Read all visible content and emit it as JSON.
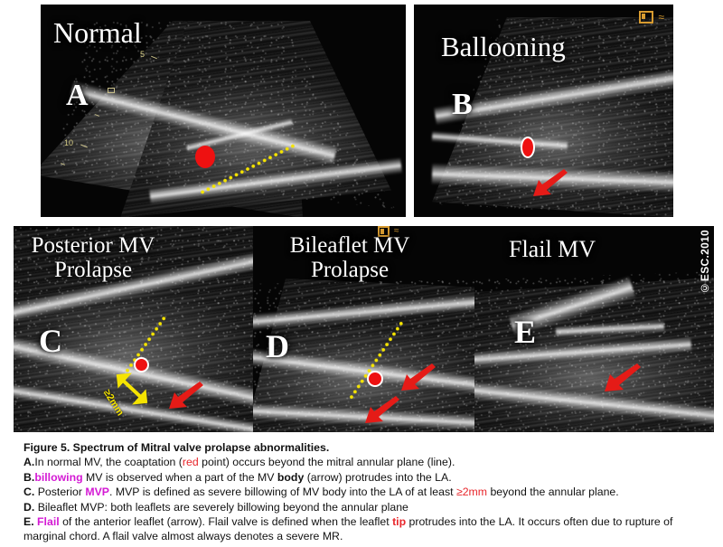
{
  "figure": {
    "copyright": "©ESC.2010",
    "panels": [
      {
        "id": "A",
        "letter": "A",
        "title": "Normal",
        "depth_marks": [
          "5",
          "10"
        ],
        "annotations": {
          "red_dot": "coaptation-point",
          "dotted_line": "mitral-annular-plane"
        }
      },
      {
        "id": "B",
        "letter": "B",
        "title": "Ballooning",
        "annotations": {
          "red_dot": "coaptation-point",
          "red_arrow": "mv-body-billowing"
        }
      },
      {
        "id": "C",
        "letter": "C",
        "title": "Posterior MV\nProlapse",
        "measurement": "≥2mm",
        "annotations": {
          "red_dot": "coaptation-point",
          "dotted_line": "mitral-annular-plane",
          "yellow_arrow": "prolapse-depth-measure",
          "red_arrow": "posterior-leaflet-prolapse"
        }
      },
      {
        "id": "D",
        "letter": "D",
        "title": "Bileaflet MV\nProlapse",
        "annotations": {
          "red_dot": "coaptation-point",
          "dotted_line": "mitral-annular-plane",
          "red_arrow_1": "anterior-leaflet-prolapse",
          "red_arrow_2": "posterior-leaflet-prolapse"
        }
      },
      {
        "id": "E",
        "letter": "E",
        "title": "Flail MV",
        "annotations": {
          "red_arrow": "flail-leaflet-tip"
        }
      }
    ]
  },
  "caption": {
    "title": "Figure 5. Spectrum of Mitral valve prolapse abnormalities.",
    "line_a": {
      "letter": "A.",
      "text_1": "In normal MV, the coaptation (",
      "highlight_red": "red",
      "text_2": " point) occurs beyond the mitral annular plane (line)."
    },
    "line_b": {
      "letter": "B.",
      "highlight_magenta": "billowing",
      "text_1": " MV is observed when a part of the MV ",
      "bold": "body",
      "text_2": " (arrow) protrudes into the LA."
    },
    "line_c": {
      "letter": "C.",
      "text_1": " Posterior ",
      "highlight_magenta": "MVP",
      "text_2": ". MVP is defined as severe billowing of MV body into the LA  of at least ",
      "highlight_red": "≥2mm",
      "text_3": " beyond the annular plane."
    },
    "line_d": {
      "letter": "D.",
      "text_1": " Bileaflet MVP: both leaflets are severely billowing beyond the annular plane"
    },
    "line_e": {
      "letter": "E.",
      "text_1": " ",
      "highlight_magenta": "Flail",
      "text_2": " of the anterior leaflet (arrow). Flail valve is defined when the leaflet ",
      "highlight_red": "tip",
      "text_3": " protrudes into the LA. It occurs often due to rupture of marginal chord. A flail valve almost always denotes a severe MR."
    }
  },
  "colors": {
    "red_highlight": "#e8262b",
    "magenta_highlight": "#d41ad4",
    "marker_red": "#ee1111",
    "marker_yellow": "#f5e400",
    "machine_icon": "#d79b30"
  }
}
